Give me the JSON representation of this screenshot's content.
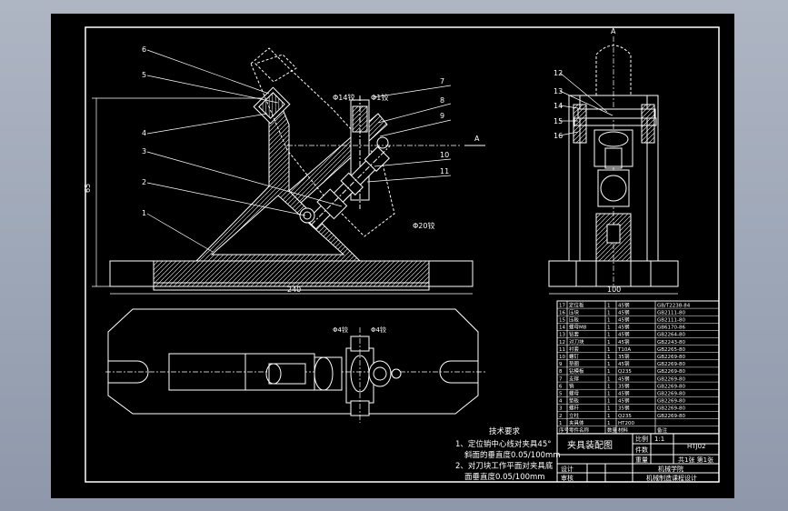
{
  "drawing": {
    "top_view_labels": [
      "A",
      "Φ14铰",
      "Φ1铰"
    ],
    "front_leaders": [
      "6",
      "5",
      "4",
      "3",
      "2",
      "1",
      "7",
      "8",
      "9",
      "10",
      "11"
    ],
    "side_leaders": [
      "12",
      "13",
      "14",
      "15",
      "16"
    ],
    "dims": {
      "height": "65",
      "width": "240",
      "hole": "Φ20铰",
      "side_width": "100",
      "arrow": "A"
    },
    "section_labels": [
      "A",
      "A"
    ],
    "plan_labels": [
      "Φ4铰",
      "Φ4铰"
    ]
  },
  "tech_req": {
    "title": "技术要求",
    "line1": "1、定位销中心线对夹具45°",
    "line2": "斜面的垂直度0.05/100mm",
    "line3": "2、对刀块工作平面对夹具底",
    "line4": "面垂直度0.05/100mm"
  },
  "bom": {
    "rows": [
      [
        "17",
        "定位板",
        "1",
        "45钢",
        "GB/T2238-84"
      ],
      [
        "16",
        "压块",
        "1",
        "45钢",
        "GB2111-80"
      ],
      [
        "15",
        "压板",
        "1",
        "45钢",
        "GB2111-80"
      ],
      [
        "14",
        "螺母M8",
        "1",
        "45钢",
        "GB6170-86"
      ],
      [
        "13",
        "钻套",
        "1",
        "45钢",
        "GB2264-80"
      ],
      [
        "12",
        "对刀块",
        "1",
        "45钢",
        "GB2243-80"
      ],
      [
        "11",
        "衬套",
        "1",
        "T10A",
        "GB2265-80"
      ],
      [
        "10",
        "螺钉",
        "1",
        "35钢",
        "GB2269-80"
      ],
      [
        "9",
        "垫圈",
        "1",
        "45钢",
        "GB2269-80"
      ],
      [
        "8",
        "钻模板",
        "1",
        "Q235",
        "GB2269-80"
      ],
      [
        "7",
        "支撑",
        "1",
        "45钢",
        "GB2269-80"
      ],
      [
        "6",
        "销",
        "1",
        "35钢",
        "GB2269-80"
      ],
      [
        "5",
        "螺母",
        "1",
        "45钢",
        "GB2269-80"
      ],
      [
        "4",
        "垫板",
        "1",
        "45钢",
        "GB2269-80"
      ],
      [
        "3",
        "螺杆",
        "1",
        "35钢",
        "GB2269-80"
      ],
      [
        "2",
        "立柱",
        "1",
        "Q235",
        "GB2269-80"
      ],
      [
        "1",
        "夹具体",
        "1",
        "HT200",
        ""
      ],
      [
        "序号",
        "零件名称",
        "数量",
        "材料",
        "备注"
      ]
    ],
    "title": "夹具装配图",
    "scale_label": "比例",
    "scale_value": "1:1",
    "sheet_label": "件数",
    "weight_label": "重量",
    "drawn_label": "设计",
    "check_label": "审核",
    "approve_label": "审核",
    "drawing_no": "HTJ02",
    "company": "机械学院",
    "course": "机械制造课程设计",
    "sheet_of": "共1张 第1张"
  }
}
